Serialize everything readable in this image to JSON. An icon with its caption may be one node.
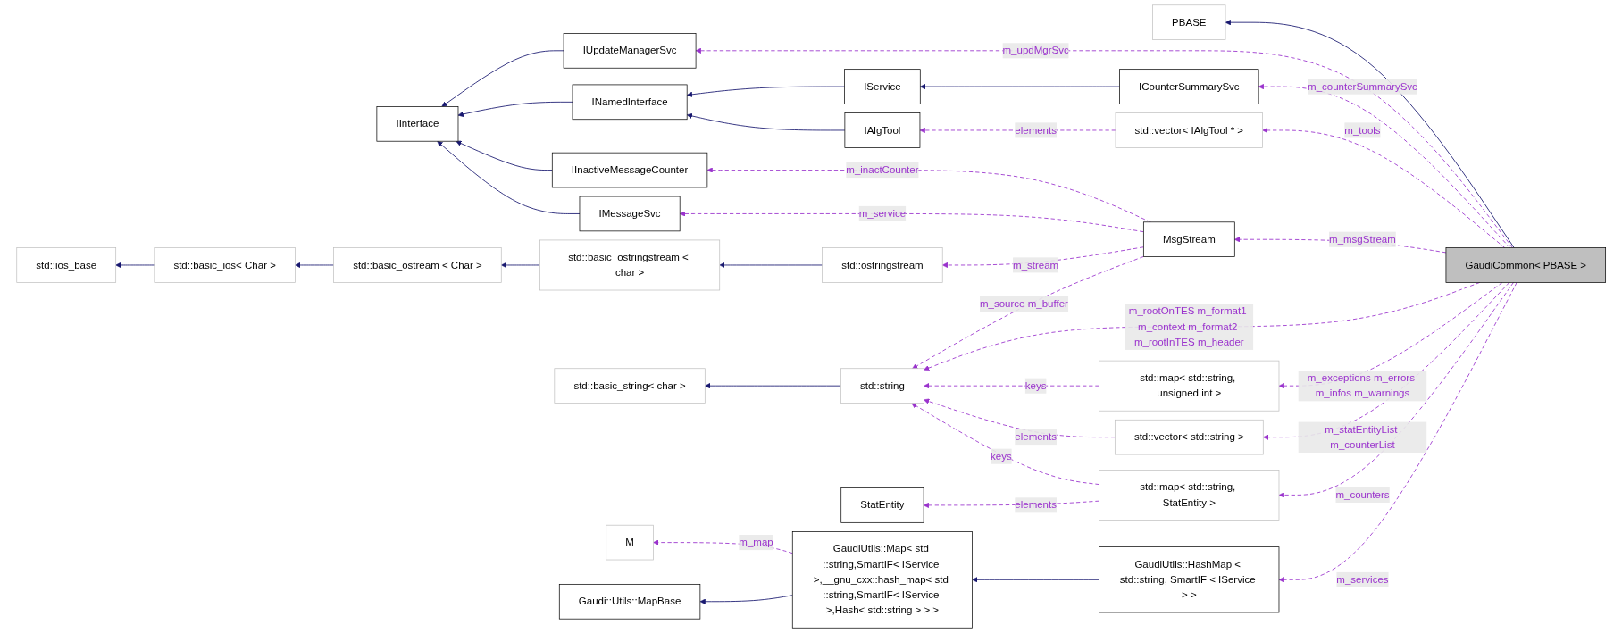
{
  "diagram": {
    "nodes": [
      {
        "text": [
          "GaudiCommon< PBASE >"
        ]
      },
      {
        "text": [
          "PBASE"
        ]
      },
      {
        "text": [
          "IUpdateManagerSvc"
        ]
      },
      {
        "text": [
          "IInterface"
        ]
      },
      {
        "text": [
          "INamedInterface"
        ]
      },
      {
        "text": [
          "IService"
        ]
      },
      {
        "text": [
          "ICounterSummarySvc"
        ]
      },
      {
        "text": [
          "IAlgTool"
        ]
      },
      {
        "text": [
          "std::vector< IAlgTool * >"
        ]
      },
      {
        "text": [
          "IInactiveMessageCounter"
        ]
      },
      {
        "text": [
          "IMessageSvc"
        ]
      },
      {
        "text": [
          "MsgStream"
        ]
      },
      {
        "text": [
          "std::ios_base"
        ]
      },
      {
        "text": [
          "std::basic_ios< Char >"
        ]
      },
      {
        "text": [
          "std::basic_ostream < Char >"
        ]
      },
      {
        "text": [
          "std::basic_ostringstream < char >"
        ]
      },
      {
        "text": [
          "std::ostringstream"
        ]
      },
      {
        "text": [
          "std::basic_string< char >"
        ]
      },
      {
        "text": [
          "std::string"
        ]
      },
      {
        "text": [
          "std::map< std::string, unsigned int >"
        ]
      },
      {
        "text": [
          "std::vector< std::string >"
        ]
      },
      {
        "text": [
          "StatEntity"
        ]
      },
      {
        "text": [
          "std::map< std::string, StatEntity >"
        ]
      },
      {
        "text": [
          "M"
        ]
      },
      {
        "text": [
          "Gaudi::Utils::MapBase"
        ]
      },
      {
        "text": [
          "GaudiUtils::Map< std ::string,SmartIF< IService >,__gnu_cxx::hash_map< std ::string,SmartIF< IService >,Hash< std::string > > >"
        ]
      },
      {
        "text": [
          "GaudiUtils::HashMap < std::string, SmartIF < IService > >"
        ]
      }
    ],
    "edges": [
      {
        "from": 0,
        "to": 1,
        "arrow": "to",
        "color": "#191970"
      },
      {
        "from": 0,
        "to": 2,
        "arrow": "to",
        "style": "dashed",
        "label": "m_updMgrSvc"
      },
      {
        "from": 2,
        "to": 3,
        "arrow": "to",
        "color": "#191970"
      },
      {
        "from": 4,
        "to": 3,
        "arrow": "to",
        "color": "#191970"
      },
      {
        "from": 9,
        "to": 3,
        "arrow": "to",
        "color": "#191970"
      },
      {
        "from": 10,
        "to": 3,
        "arrow": "to",
        "color": "#191970"
      },
      {
        "from": 5,
        "to": 4,
        "arrow": "to",
        "color": "#191970"
      },
      {
        "from": 7,
        "to": 4,
        "arrow": "to",
        "color": "#191970"
      },
      {
        "from": 6,
        "to": 5,
        "arrow": "to",
        "color": "#191970"
      },
      {
        "from": 0,
        "to": 6,
        "arrow": "to",
        "style": "dashed",
        "label": "m_counterSummarySvc"
      },
      {
        "from": 8,
        "to": 7,
        "arrow": "to",
        "style": "dashed",
        "label": "elements"
      },
      {
        "from": 0,
        "to": 8,
        "arrow": "to",
        "style": "dashed",
        "label": "m_tools"
      },
      {
        "from": 11,
        "to": 9,
        "arrow": "to",
        "style": "dashed",
        "label": "m_inactCounter"
      },
      {
        "from": 11,
        "to": 10,
        "arrow": "to",
        "style": "dashed",
        "label": "m_service"
      },
      {
        "from": 0,
        "to": 11,
        "arrow": "to",
        "style": "dashed",
        "label": "m_msgStream"
      },
      {
        "from": 13,
        "to": 12,
        "arrow": "to",
        "color": "#191970"
      },
      {
        "from": 14,
        "to": 13,
        "arrow": "to",
        "color": "#191970"
      },
      {
        "from": 15,
        "to": 14,
        "arrow": "to",
        "color": "#191970"
      },
      {
        "from": 16,
        "to": 15,
        "arrow": "to",
        "color": "#191970"
      },
      {
        "from": 11,
        "to": 16,
        "arrow": "to",
        "style": "dashed",
        "label": "m_stream"
      },
      {
        "from": 11,
        "to": 18,
        "arrow": "to",
        "style": "dashed",
        "label": "m_source m_buffer"
      },
      {
        "from": 0,
        "to": 18,
        "arrow": "to",
        "style": "dashed",
        "label": "m_rootOnTES m_format1 m_context m_format2 m_rootInTES m_header"
      },
      {
        "from": 18,
        "to": 17,
        "arrow": "to",
        "color": "#191970"
      },
      {
        "from": 19,
        "to": 18,
        "arrow": "to",
        "style": "dashed",
        "label": "keys"
      },
      {
        "from": 20,
        "to": 18,
        "arrow": "to",
        "style": "dashed",
        "label": "elements"
      },
      {
        "from": 22,
        "to": 18,
        "arrow": "to",
        "style": "dashed",
        "label": "keys"
      },
      {
        "from": 0,
        "to": 19,
        "arrow": "to",
        "style": "dashed",
        "label": "m_exceptions m_errors m_infos m_warnings"
      },
      {
        "from": 0,
        "to": 20,
        "arrow": "to",
        "style": "dashed",
        "label": "m_statEntityList m_counterList"
      },
      {
        "from": 22,
        "to": 21,
        "arrow": "to",
        "style": "dashed",
        "label": "elements"
      },
      {
        "from": 0,
        "to": 22,
        "arrow": "to",
        "style": "dashed",
        "label": "m_counters"
      },
      {
        "from": 25,
        "to": 23,
        "arrow": "to",
        "style": "dashed",
        "label": "m_map"
      },
      {
        "from": 25,
        "to": 24,
        "arrow": "to",
        "color": "#191970"
      },
      {
        "from": 26,
        "to": 25,
        "arrow": "to",
        "color": "#191970"
      },
      {
        "from": 0,
        "to": 26,
        "arrow": "to",
        "style": "dashed",
        "label": "m_services"
      }
    ]
  }
}
